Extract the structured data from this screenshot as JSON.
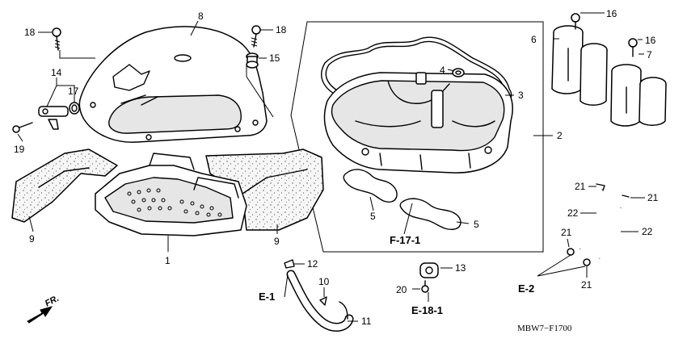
{
  "diagram_code": "MBW7−F1700",
  "front_indicator": "FR.",
  "callouts": [
    {
      "id": "c1",
      "text": "1"
    },
    {
      "id": "c2",
      "text": "2"
    },
    {
      "id": "c3",
      "text": "3"
    },
    {
      "id": "c4",
      "text": "4"
    },
    {
      "id": "c5a",
      "text": "5"
    },
    {
      "id": "c5b",
      "text": "5"
    },
    {
      "id": "c6",
      "text": "6"
    },
    {
      "id": "c7",
      "text": "7"
    },
    {
      "id": "c8",
      "text": "8"
    },
    {
      "id": "c9a",
      "text": "9"
    },
    {
      "id": "c9b",
      "text": "9"
    },
    {
      "id": "c10",
      "text": "10"
    },
    {
      "id": "c11",
      "text": "11"
    },
    {
      "id": "c12",
      "text": "12"
    },
    {
      "id": "c13",
      "text": "13"
    },
    {
      "id": "c14",
      "text": "14"
    },
    {
      "id": "c15",
      "text": "15"
    },
    {
      "id": "c16a",
      "text": "16"
    },
    {
      "id": "c16b",
      "text": "16"
    },
    {
      "id": "c17",
      "text": "17"
    },
    {
      "id": "c18a",
      "text": "18"
    },
    {
      "id": "c18b",
      "text": "18"
    },
    {
      "id": "c19",
      "text": "19"
    },
    {
      "id": "c20",
      "text": "20"
    },
    {
      "id": "c21a",
      "text": "21"
    },
    {
      "id": "c21b",
      "text": "21"
    },
    {
      "id": "c21c",
      "text": "21"
    },
    {
      "id": "c21d",
      "text": "21"
    },
    {
      "id": "c22a",
      "text": "22"
    },
    {
      "id": "c22b",
      "text": "22"
    }
  ],
  "references": [
    {
      "id": "r1",
      "text": "F-17-1"
    },
    {
      "id": "r2",
      "text": "E-1"
    },
    {
      "id": "r3",
      "text": "E-18-1"
    },
    {
      "id": "r4",
      "text": "E-2"
    }
  ]
}
